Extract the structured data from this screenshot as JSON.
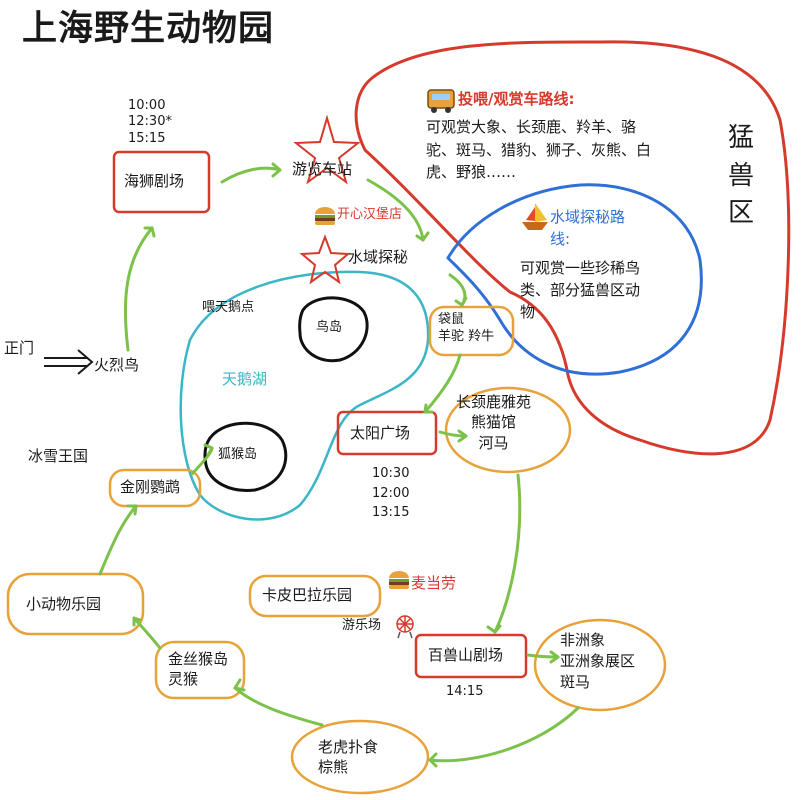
{
  "title": "上海野生动物园",
  "colors": {
    "route_green": "#7cc24a",
    "node_red": "#d63a2c",
    "node_orange": "#e8a23a",
    "lake_teal": "#3ab6c6",
    "water_blue": "#2f6fd6",
    "island_black": "#111111"
  },
  "icons": {
    "start": "star-icon",
    "bus": "bus-icon",
    "burger": "burger-icon",
    "boat": "boat-icon",
    "ferris": "ferris-wheel-icon"
  },
  "entrance": {
    "label": "正门",
    "arrow": "⟹"
  },
  "places": {
    "flamingo": "火烈鸟",
    "sealion_theater": "海狮剧场",
    "sealion_times": "10:00\n12:30*\n15:15",
    "tour_station": "游览车站",
    "kaixin_burger": "开心汉堡店",
    "water_explore": "水域探秘",
    "kangaroo_alpaca": "袋鼠\n羊驼 羚牛",
    "feed_swan": "喂天鹅点",
    "bird_island": "鸟岛",
    "swan_lake": "天鹅湖",
    "monkey_island": "狐猴岛",
    "ice_kingdom": "冰雪王国",
    "macaw": "金刚鹦鹉",
    "sun_plaza": "太阳广场",
    "sun_times": "10:30\n12:00\n13:15",
    "giraffe_group": "长颈鹿雅苑\n熊猫馆\n河马",
    "capybara": "卡皮巴拉乐园",
    "mcd": "麦当劳",
    "playground": "游乐场",
    "small_animals": "小动物乐园",
    "golden_monkey": "金丝猴岛\n灵猴",
    "beast_theater": "百兽山剧场",
    "beast_time": "14:15",
    "africa": "非洲象\n亚洲象展区\n斑马",
    "tiger": "老虎扑食\n棕熊"
  },
  "predator": {
    "zone_label": "猛\n兽\n区",
    "bus_route_title": "投喂/观赏车路线:",
    "bus_route_desc": "可观赏大象、长颈鹿、羚羊、骆\n驼、斑马、猎豹、狮子、灰熊、白\n虎、野狼……"
  },
  "water_route": {
    "title": "水域探秘路\n线:",
    "desc": "可观赏一些珍稀鸟\n类、部分猛兽区动\n物"
  }
}
